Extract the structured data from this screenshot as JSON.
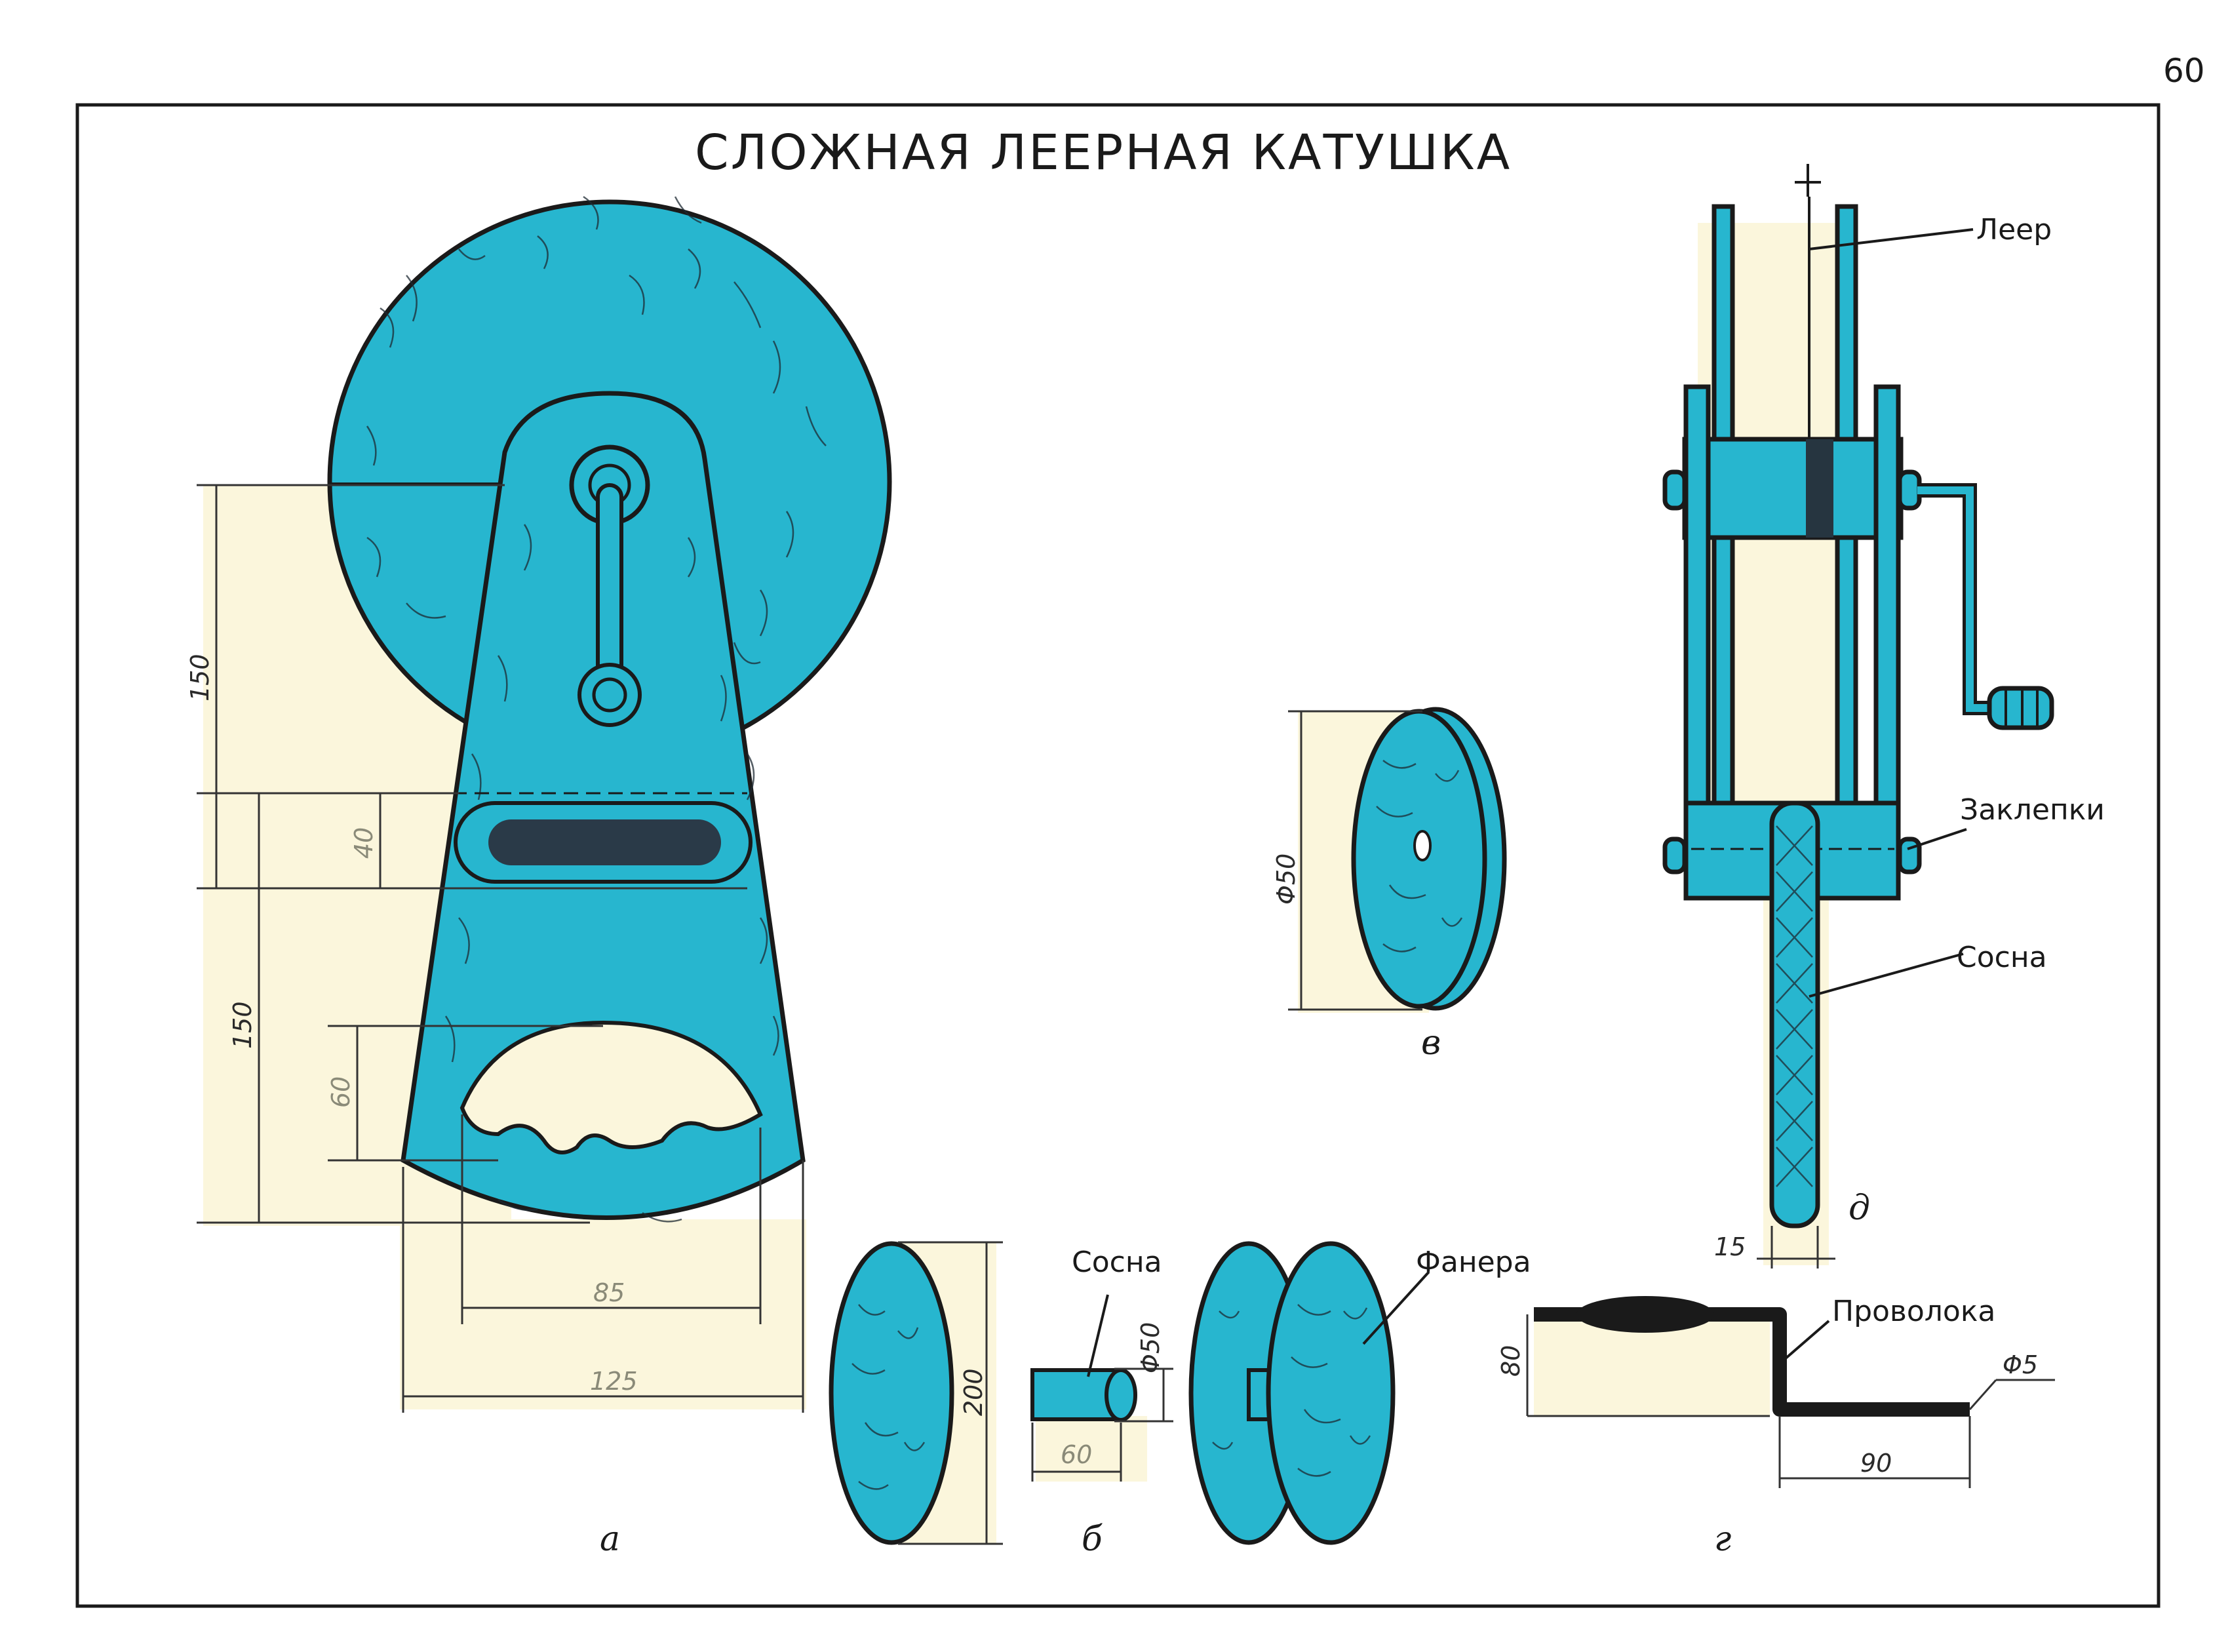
{
  "page_number": "60",
  "title": "СЛОЖНАЯ ЛЕЕРНАЯ КАТУШКА",
  "figure_labels": {
    "a": "а",
    "b": "б",
    "v": "в",
    "g": "г",
    "d": "д"
  },
  "callouts": {
    "leer": "Леер",
    "zaklepki": "Заклепки",
    "sosna_d": "Сосна",
    "sosna_b": "Сосна",
    "fanera": "Фанера",
    "provoloka": "Проволока"
  },
  "dimensions": {
    "a_upper": "150",
    "a_slot": "40",
    "a_lower": "150",
    "a_cutout": "60",
    "a_cutout_width": "85",
    "a_base_width": "125",
    "disc_diameter": "200",
    "hub_diameter": "Φ50",
    "hub_length": "60",
    "v_diameter": "Φ50",
    "d_axle": "15",
    "g_height": "80",
    "g_length": "90",
    "g_wire": "Φ5"
  },
  "colors": {
    "wood": "#27b6cf",
    "background_fill": "#fbf6dc",
    "ink": "#1a1a1a"
  }
}
